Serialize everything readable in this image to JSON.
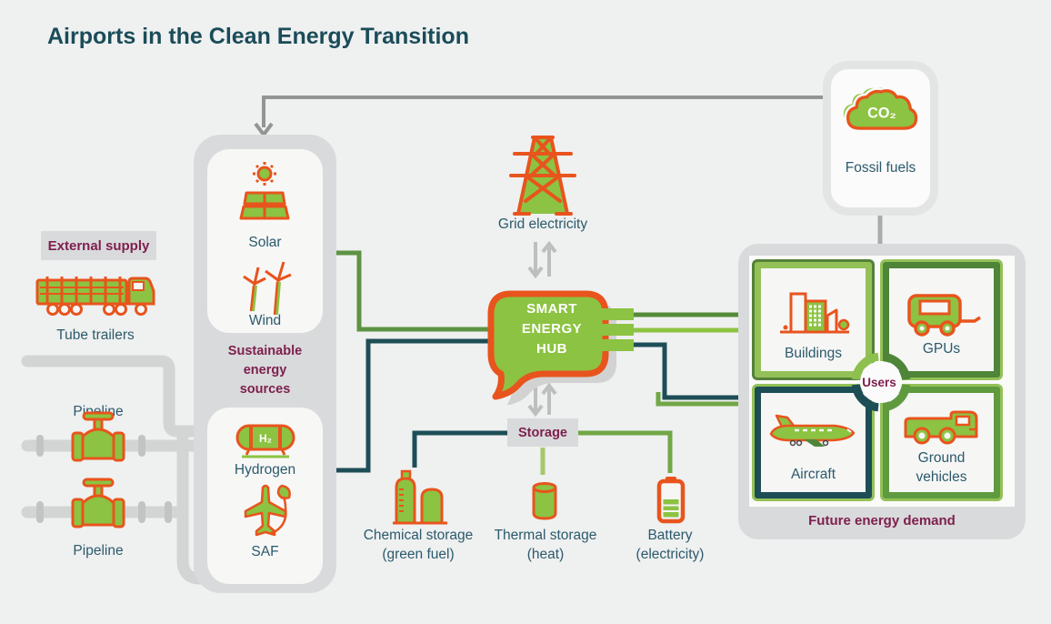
{
  "title": "Airports in the Clean Energy Transition",
  "external": {
    "heading": "External supply",
    "tube_trailers": "Tube trailers",
    "pipeline_top": "Pipeline",
    "pipeline_bottom": "Pipeline"
  },
  "sustainable": {
    "heading": "Sustainable\nenergy\nsources",
    "solar": "Solar",
    "wind": "Wind",
    "hydrogen": "Hydrogen",
    "hydrogen_symbol": "H₂",
    "saf": "SAF"
  },
  "grid": {
    "label": "Grid electricity"
  },
  "hub": {
    "label": "SMART\nENERGY\nHUB"
  },
  "storage": {
    "heading": "Storage",
    "chemical": "Chemical storage\n(green fuel)",
    "thermal": "Thermal storage\n(heat)",
    "battery": "Battery\n(electricity)"
  },
  "fossil": {
    "label": "Fossil fuels",
    "co2": "CO₂"
  },
  "demand": {
    "heading": "Future energy demand",
    "users": "Users",
    "buildings": "Buildings",
    "gpus": "GPUs",
    "aircraft": "Aircraft",
    "ground_vehicles": "Ground\nvehicles"
  },
  "colors": {
    "accent_green": "#8cc342",
    "accent_orange": "#e8541d",
    "dark_teal": "#1d4e56",
    "olive_line": "#558b38",
    "maroon": "#7d1f4e"
  }
}
